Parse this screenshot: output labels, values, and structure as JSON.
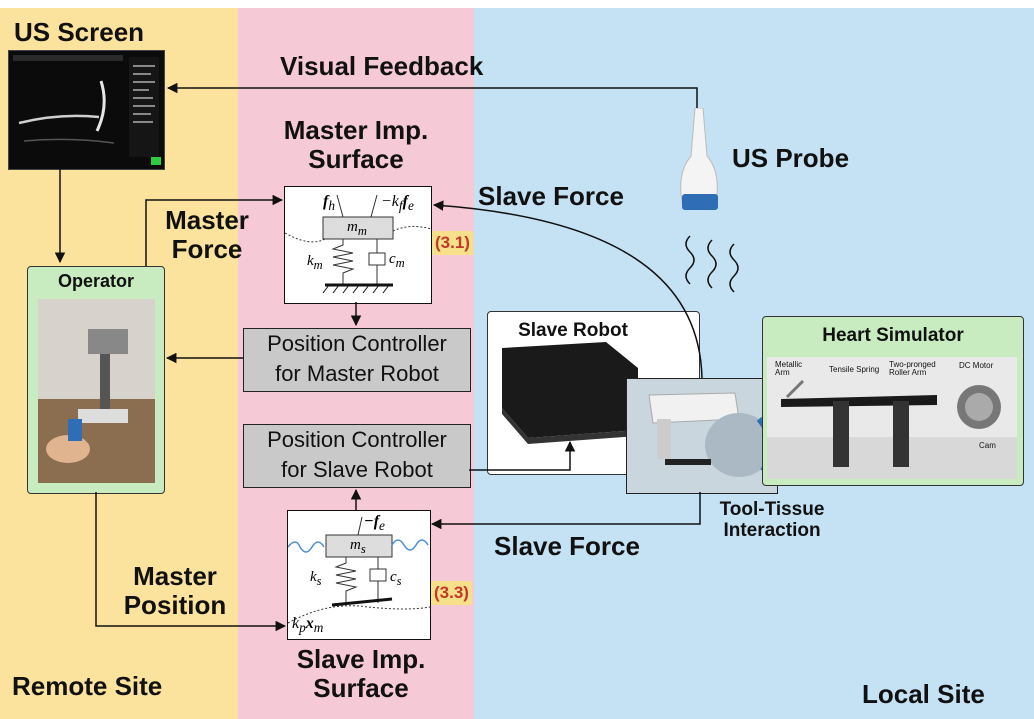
{
  "zones": {
    "remote": {
      "label": "Remote Site",
      "color": "#fbe39d"
    },
    "middle": {
      "color": "#f6c9d6"
    },
    "local": {
      "label": "Local Site",
      "color": "#c5e2f4"
    }
  },
  "labels": {
    "us_screen": "US Screen",
    "visual_feedback": "Visual Feedback",
    "us_probe": "US Probe",
    "master_imp_surface": "Master Imp.\nSurface",
    "master_force": "Master\nForce",
    "slave_force_top": "Slave Force",
    "slave_force_bottom": "Slave Force",
    "master_position": "Master\nPosition",
    "slave_imp_surface": "Slave Imp.\nSurface",
    "tool_tissue": "Tool-Tissue\nInteraction"
  },
  "operator": {
    "title": "Operator"
  },
  "controllers": {
    "master": "Position Controller\nfor Master Robot",
    "slave": "Position Controller\nfor Slave Robot"
  },
  "slave_robot": {
    "title": "Slave Robot"
  },
  "heart_simulator": {
    "title": "Heart Simulator",
    "parts": {
      "metallic_arm": "Metallic\nArm",
      "tensile_spring": "Tensile Spring",
      "roller_arm": "Two-pronged\nRoller Arm",
      "dc_motor": "DC Motor",
      "cam": "Cam"
    }
  },
  "equations": {
    "master": "(3.1)",
    "slave": "(3.3)"
  },
  "master_model": {
    "fh": "f",
    "fh_sub": "h",
    "kf": "−k",
    "kf_sub": "f",
    "fe": "f",
    "fe_sub": "e",
    "mass": "m",
    "mass_sub": "m",
    "spring": "k",
    "spring_sub": "m",
    "damper": "c",
    "damper_sub": "m"
  },
  "slave_model": {
    "fe": "−f",
    "fe_sub": "e",
    "mass": "m",
    "mass_sub": "s",
    "spring": "k",
    "spring_sub": "s",
    "damper": "c",
    "damper_sub": "s",
    "kp": "k",
    "kp_sub": "p",
    "xm": "x",
    "xm_sub": "m"
  }
}
